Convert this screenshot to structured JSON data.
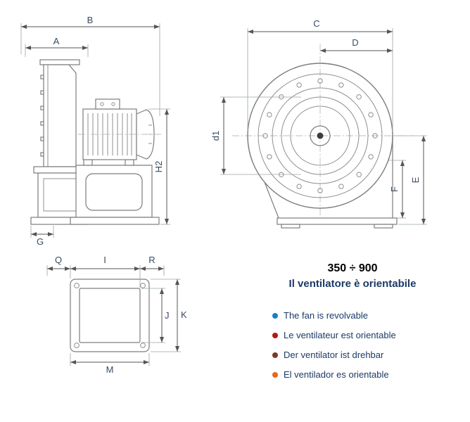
{
  "dims": {
    "A": "A",
    "B": "B",
    "C": "C",
    "D": "D",
    "E": "E",
    "F": "F",
    "G": "G",
    "H2": "H2",
    "I": "I",
    "J": "J",
    "K": "K",
    "M": "M",
    "Q": "Q",
    "R": "R",
    "d1": "d1"
  },
  "info": {
    "range": "350 ÷ 900",
    "subtitle": "Il ventilatore è orientabile",
    "bullets": [
      {
        "color": "#1d7dc2",
        "text": "The fan is revolvable"
      },
      {
        "color": "#b71713",
        "text": "Le ventilateur est orientable"
      },
      {
        "color": "#7a3b1d",
        "text": "Der ventilator ist drehbar"
      },
      {
        "color": "#e7661c",
        "text": "El ventilador es orientable"
      }
    ]
  },
  "colors": {
    "heading_text": "#1b3a66",
    "title_text": "#000000",
    "drawing_line": "#7d7d7d",
    "dimension_line": "#555555"
  }
}
